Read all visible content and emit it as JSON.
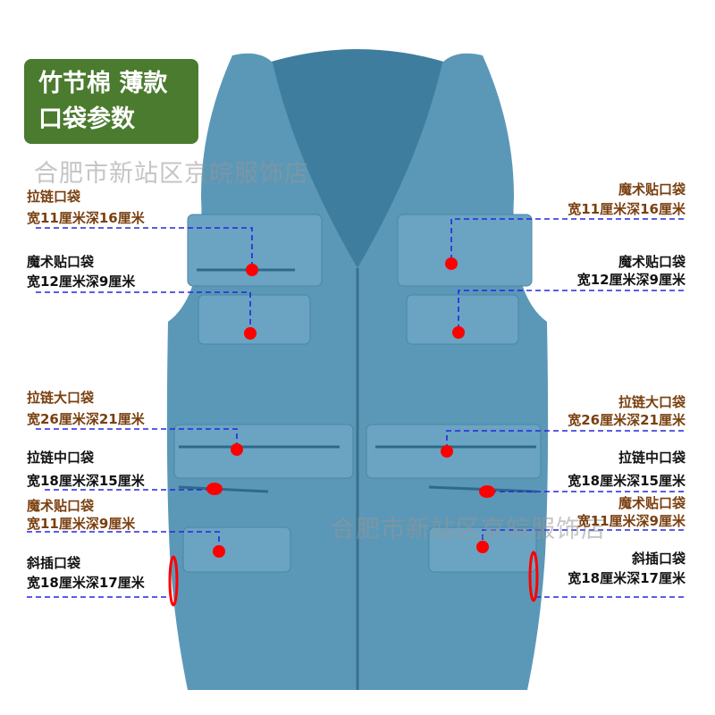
{
  "badge": {
    "line1": "竹节棉 薄款",
    "line2": "口袋参数"
  },
  "watermark": "合肥市新站区京皖服饰店",
  "colors": {
    "vest": "#5b98b8",
    "badge": "#4b7b2f",
    "marker": "#ff0000",
    "leader_line": "#2626e0",
    "label_brown": "#7a3f0f"
  },
  "left_labels": [
    {
      "name": "拉链口袋",
      "size": "宽11厘米深16厘米",
      "color": "brown"
    },
    {
      "name": "魔术贴口袋",
      "size": "宽12厘米深9厘米",
      "color": "black"
    },
    {
      "name": "拉链大口袋",
      "size": "宽26厘米深21厘米",
      "color": "brown"
    },
    {
      "name": "拉链中口袋",
      "size": "宽18厘米深15厘米",
      "color": "black"
    },
    {
      "name": "魔术贴口袋",
      "size": "宽11厘米深9厘米",
      "color": "brown"
    },
    {
      "name": "斜插口袋",
      "size": "宽18厘米深17厘米",
      "color": "black"
    }
  ],
  "right_labels": [
    {
      "name": "魔术贴口袋",
      "size": "宽11厘米深16厘米",
      "color": "brown"
    },
    {
      "name": "魔术贴口袋",
      "size": "宽12厘米深9厘米",
      "color": "black"
    },
    {
      "name": "拉链大口袋",
      "size": "宽26厘米深21厘米",
      "color": "brown"
    },
    {
      "name": "拉链中口袋",
      "size": "宽18厘米深15厘米",
      "color": "black"
    },
    {
      "name": "魔术贴口袋",
      "size": "宽11厘米深9厘米",
      "color": "brown"
    },
    {
      "name": "斜插口袋",
      "size": "宽18厘米深17厘米",
      "color": "black"
    }
  ]
}
